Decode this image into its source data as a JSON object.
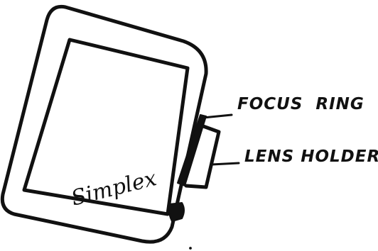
{
  "labels": {
    "focus_ring": "FOCUS  RING",
    "lens_holder": "LENS HOLDER",
    "brand": "Simplex"
  },
  "ink_color": "#111111",
  "background_color": "#ffffff"
}
